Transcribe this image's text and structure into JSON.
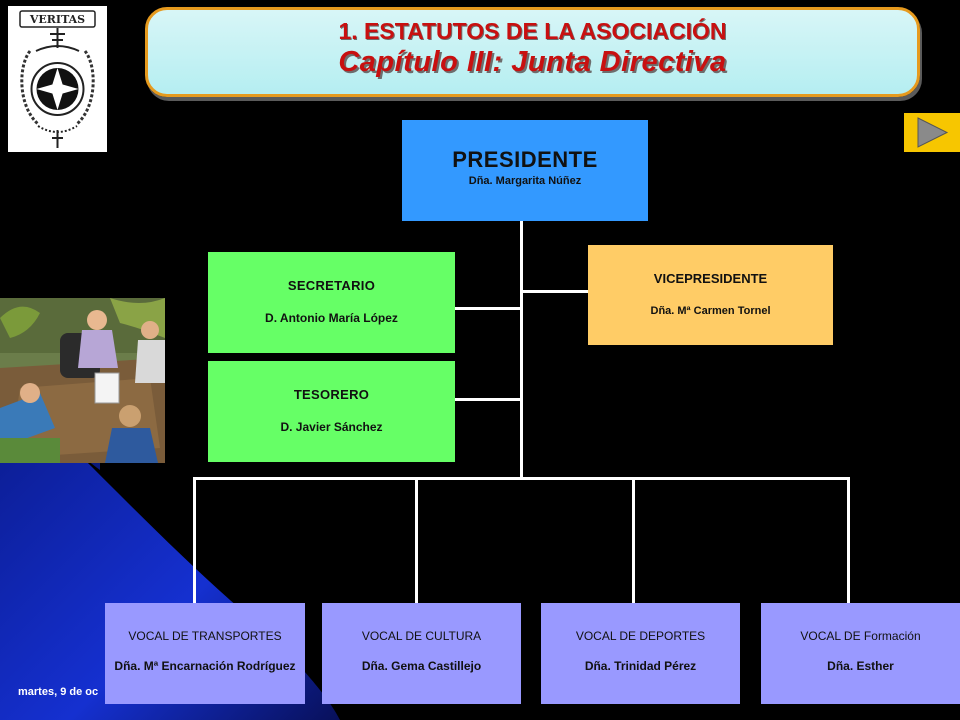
{
  "header": {
    "title_line1": "1. ESTATUTOS DE LA ASOCIACIÓN",
    "title_line2": "Capítulo III: Junta Directiva"
  },
  "logo": {
    "text": "VERITAS"
  },
  "colors": {
    "title_red": "#c81010",
    "title_border": "#e69a1e",
    "president": "#3399ff",
    "secretary_treasurer": "#66ff66",
    "vice": "#ffcc66",
    "vocal": "#9999ff",
    "next_button": "#f7c600"
  },
  "chart_data": {
    "type": "org-chart",
    "president": {
      "role": "PRESIDENTE",
      "name": "Dña. Margarita Núñez"
    },
    "vicepresident": {
      "role": "VICEPRESIDENTE",
      "name": "Dña. Mª Carmen Tornel"
    },
    "secretary": {
      "role": "SECRETARIO",
      "name": "D. Antonio María López"
    },
    "treasurer": {
      "role": "TESORERO",
      "name": "D. Javier Sánchez"
    },
    "vocals": [
      {
        "role": "VOCAL DE TRANSPORTES",
        "name": "Dña. Mª Encarnación Rodríguez"
      },
      {
        "role": "VOCAL DE CULTURA",
        "name": "Dña. Gema Castillejo"
      },
      {
        "role": "VOCAL DE DEPORTES",
        "name": "Dña. Trinidad Pérez"
      },
      {
        "role": "VOCAL DE Formación",
        "name": "Dña. Esther"
      }
    ]
  },
  "footer": {
    "date_text": "martes, 9 de oc"
  },
  "icons": {
    "next": "play-arrow-icon",
    "logo": "veritas-cross-emblem",
    "illustration": "office-meeting-clipart"
  }
}
